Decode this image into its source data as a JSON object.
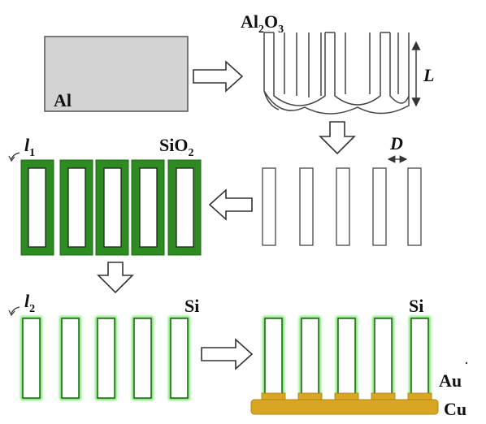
{
  "labels": {
    "al": "Al",
    "al2o3_main": "Al",
    "al2o3_sub1": "2",
    "al2o3_mid": "O",
    "al2o3_sub2": "3",
    "length_symbol": "L",
    "diameter_symbol": "D",
    "l1_main": "l",
    "l1_sub": "1",
    "sio2_main": "SiO",
    "sio2_sub": "2",
    "l2_main": "l",
    "l2_sub": "2",
    "si_left": "Si",
    "si_right": "Si",
    "au": "Au",
    "cu": "Cu"
  },
  "colors": {
    "aluminum_block": "#d3d3d3",
    "sio2_shell": "#2e8b22",
    "si_shell": "#35b52a",
    "gold": "#d8a623",
    "outline": "#555555"
  },
  "steps": [
    {
      "id": "al-block"
    },
    {
      "id": "anodized-alumina-template"
    },
    {
      "id": "free-standing-pores"
    },
    {
      "id": "sio2-coated-tubes"
    },
    {
      "id": "si-coated-tubes"
    },
    {
      "id": "tubes-on-au-cu-substrate"
    }
  ]
}
